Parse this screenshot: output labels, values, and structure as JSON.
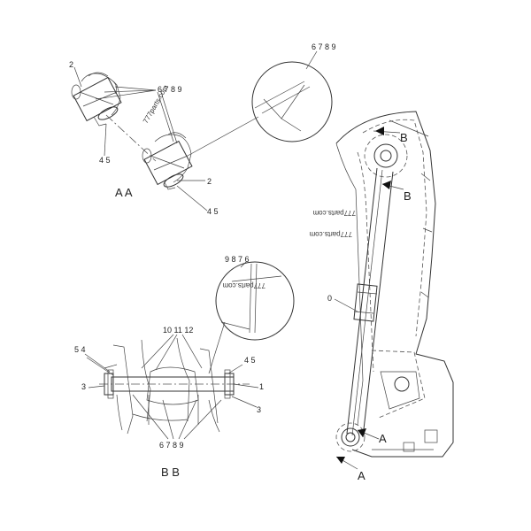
{
  "labels": {
    "aa_parts_top": "6 7 8 9",
    "aa_num2_top": "2",
    "aa_num45_left": "4 5",
    "aa_parts_mid": "6 7 8 9",
    "aa_num2_right": "2",
    "aa_num45_right": "4 5",
    "aa_title": "A A",
    "detail1_parts": "6 7 8 9",
    "bb_detail_parts": "9 8 7 6",
    "bb_10_11_12": "10 11 12",
    "bb_54": "5 4",
    "bb_45": "4 5",
    "bb_3_left": "3",
    "bb_1": "1",
    "bb_3_right": "3",
    "bb_parts_bottom": "6 7 8 9",
    "bb_title": "B B",
    "arm_0": "0",
    "arrow_B_upper": "B",
    "arrow_B_lower": "B",
    "arrow_A_upper": "A",
    "arrow_A_lower": "A"
  },
  "watermarks": {
    "wm1": "777parts.com",
    "wm2": "777parts.com",
    "wm3": "777parts.com",
    "wm4": "777parts.com"
  }
}
